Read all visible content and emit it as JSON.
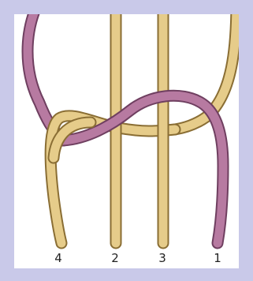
{
  "diagram": {
    "cord_labels": [
      "4",
      "2",
      "3",
      "1"
    ],
    "colors": {
      "frame": "#c9c9e9",
      "background": "#ffffff",
      "tan_cord": "#e6cc8a",
      "tan_cord_edge": "#8a6e34",
      "mauve_cord": "#b77aa1",
      "mauve_cord_edge": "#6f3f60",
      "label_text": "#222222"
    }
  }
}
